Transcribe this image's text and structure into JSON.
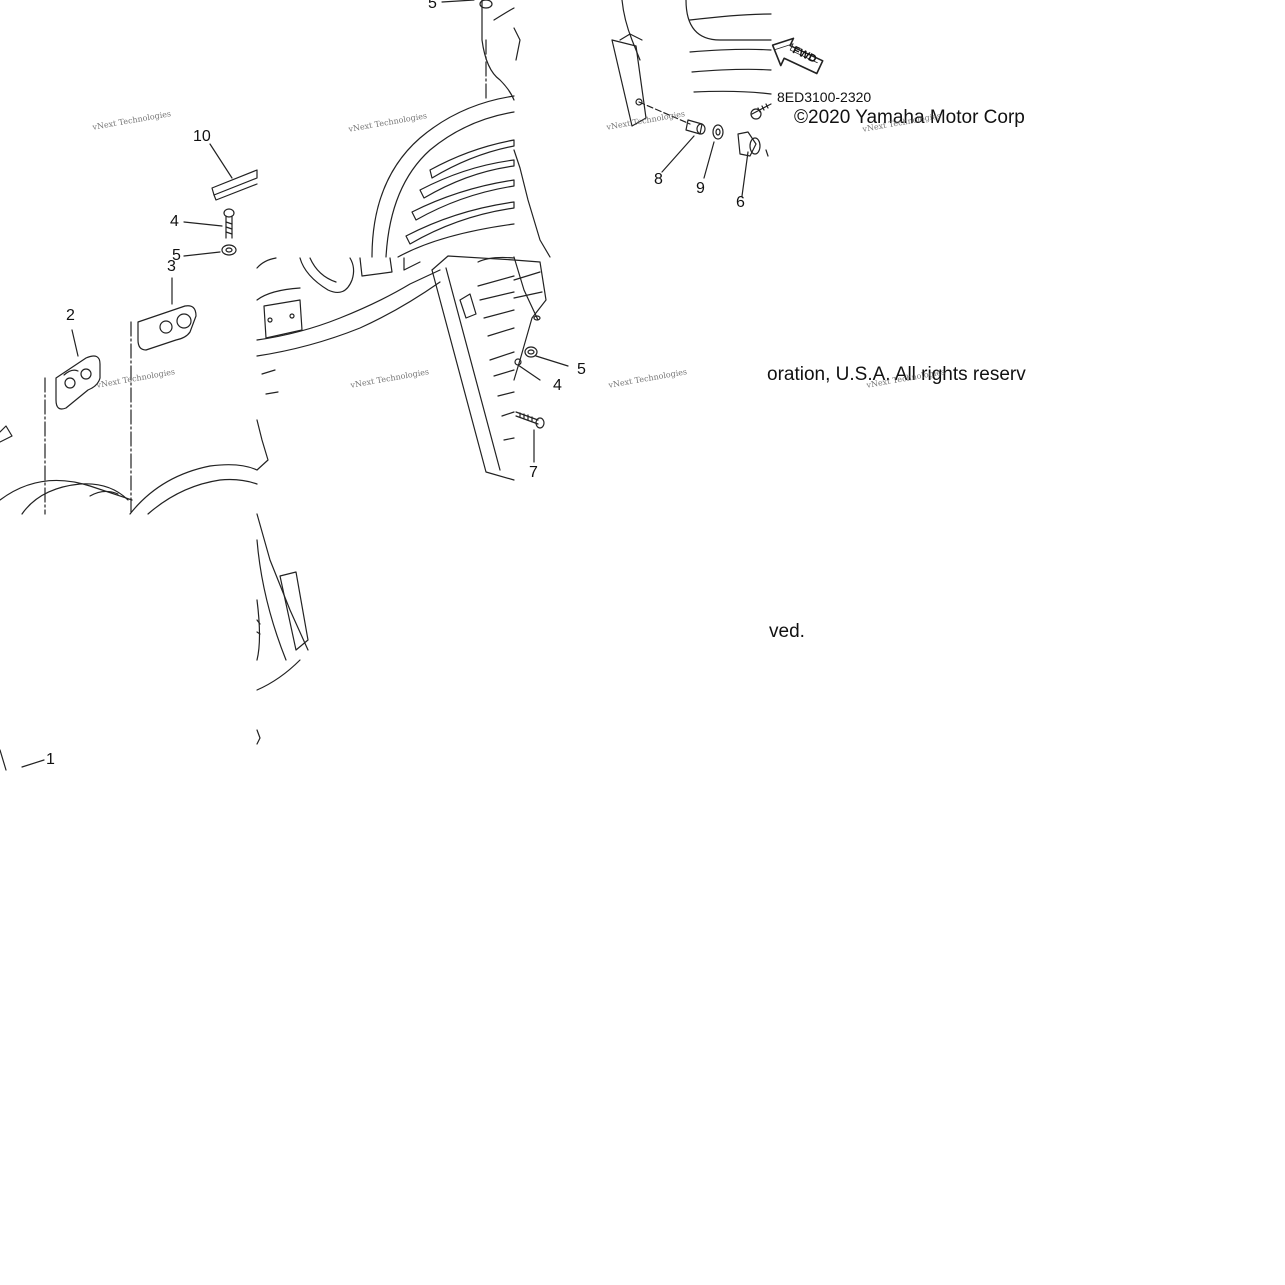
{
  "diagram": {
    "part_code": "8ED3100-2320",
    "copyright_line1": "©2020 Yamaha Motor Corp",
    "copyright_line2": "oration, U.S.A. All rights reserv",
    "copyright_line3": "ved.",
    "direction_marker": "FWD",
    "watermark_text": "vNext Technologies",
    "callouts": [
      "5",
      "10",
      "4",
      "5",
      "3",
      "2",
      "5",
      "4",
      "7",
      "8",
      "9",
      "6",
      "1"
    ]
  }
}
